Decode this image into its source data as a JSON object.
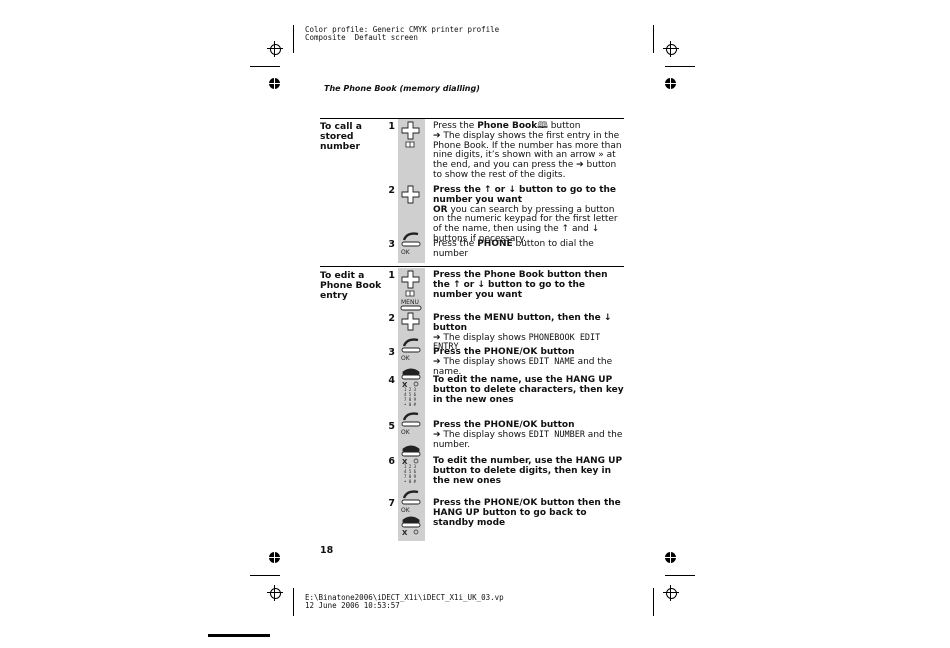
{
  "header_slug": "Color profile: Generic CMYK printer profile\nComposite  Default screen",
  "running_head": "The Phone Book (memory dialling)",
  "sections": [
    {
      "title": "To call a stored number",
      "steps": [
        {
          "num": "1",
          "lead": "Press the ",
          "bold": "Phone Book",
          "tail": " button",
          "note": "➔ The display shows the first entry in the Phone Book. If the number has more than nine digits, it’s shown with an arrow » at the end, and you can press the ➔ button to show the rest of the digits."
        },
        {
          "num": "2",
          "bold_line": "Press the ↑ or ↓ button to go to the number you want",
          "or_word": "OR",
          "or_text": " you can search by pressing a button on the numeric keypad for the first letter of the name, then using the ↑ and ↓ buttons if necessary."
        },
        {
          "num": "3",
          "lead": "Press the ",
          "bold": "PHONE",
          "tail": " button to dial the number"
        }
      ]
    },
    {
      "title": "To edit a Phone Book entry",
      "steps": [
        {
          "num": "1",
          "text": "Press the Phone Book button then the ↑ or ↓ button to go to the number you want"
        },
        {
          "num": "2",
          "text": "Press the MENU button, then the ↓ button",
          "note_pre": "➔ The display shows ",
          "lcd": "PHONEBOOK EDIT ENTRY"
        },
        {
          "num": "3",
          "text": "Press the PHONE/OK button",
          "note_pre": "➔ The display shows ",
          "lcd": "EDIT NAME",
          "note_post": " and the name."
        },
        {
          "num": "4",
          "text": "To edit the name, use the HANG UP button to delete characters, then key in the new ones"
        },
        {
          "num": "5",
          "text": "Press the PHONE/OK button",
          "note_pre": "➔ The display shows ",
          "lcd": "EDIT NUMBER",
          "note_post": " and the number."
        },
        {
          "num": "6",
          "text": "To edit the number, use the HANG UP button to delete digits, then key in the new ones"
        },
        {
          "num": "7",
          "text": "Press the PHONE/OK button then the HANG UP button to go back to standby mode"
        }
      ]
    }
  ],
  "icon_labels": {
    "ok": "OK",
    "menu": "MENU",
    "x": "X"
  },
  "page_number": "18",
  "footer_slug": "E:\\Binatone2006\\iDECT_X1i\\iDECT_X1i_UK_03.vp\n12 June 2006 10:53:57"
}
